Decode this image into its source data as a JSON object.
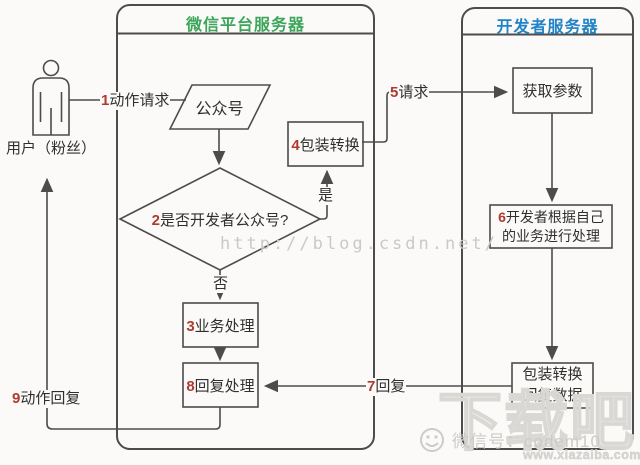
{
  "colors": {
    "background": "#fbfaf9",
    "line": "#4c4c4c",
    "wechat_header_green": "#3ba55a",
    "developer_header_blue": "#2184c6",
    "step_number_red": "#b13a30",
    "watermark_gray": "#c9c9c9"
  },
  "actors": {
    "user": {
      "label": "用户（粉丝）"
    }
  },
  "panels": {
    "wechat": {
      "title": "微信平台服务器"
    },
    "developer": {
      "title": "开发者服务器"
    }
  },
  "nodes": {
    "official_account": {
      "label": "公众号"
    },
    "decision": {
      "num": "2",
      "label": "是否开发者公众号?"
    },
    "business": {
      "num": "3",
      "label": "业务处理"
    },
    "package": {
      "num": "4",
      "label": "包装转换"
    },
    "get_params": {
      "label": "获取参数"
    },
    "developer_process": {
      "num": "6",
      "line1": "开发者根据自己",
      "line2": "的业务进行处理"
    },
    "reply_data": {
      "line1": "包装转换",
      "line2": "回复数据"
    },
    "reply_process": {
      "num": "8",
      "label": "回复处理"
    }
  },
  "edges": {
    "step1": {
      "num": "1",
      "label": "动作请求"
    },
    "step5": {
      "num": "5",
      "label": "请求"
    },
    "step7": {
      "num": "7",
      "label": "回复"
    },
    "step9": {
      "num": "9",
      "label": "动作回复"
    },
    "yes": "是",
    "no": "否"
  },
  "watermarks": {
    "csdn": "http://blog.csdn.net/",
    "wechat_id": "微信号：codem10",
    "site_name": "下载吧",
    "site_url": "www.xiazaiba.com"
  }
}
